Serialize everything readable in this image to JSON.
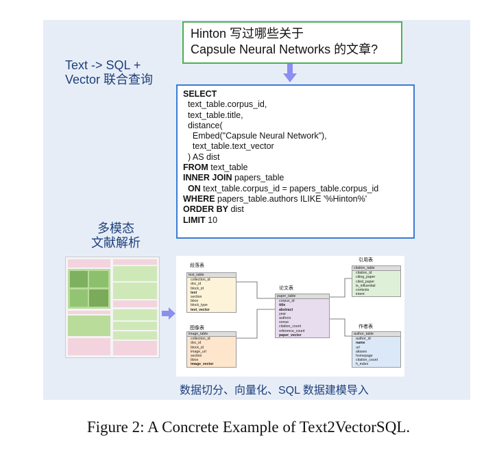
{
  "question": {
    "line1": "Hinton 写过哪些关于",
    "line2": "Capsule Neural Networks 的文章?"
  },
  "left_label_top": {
    "line1": "Text -> SQL +",
    "line2": "Vector 联合查询"
  },
  "left_label_mid": {
    "line1": "多模态",
    "line2": "文献解析"
  },
  "sql": [
    {
      "kw": "SELECT",
      "rest": ""
    },
    {
      "kw": "",
      "rest": "  text_table.corpus_id,"
    },
    {
      "kw": "",
      "rest": "  text_table.title,"
    },
    {
      "kw": "",
      "rest": "  distance("
    },
    {
      "kw": "",
      "rest": "    Embed(\"Capsule Neural Network\"),"
    },
    {
      "kw": "",
      "rest": "    text_table.text_vector"
    },
    {
      "kw": "",
      "rest": "  ) AS dist"
    },
    {
      "kw": "FROM",
      "rest": " text_table"
    },
    {
      "kw": "INNER JOIN",
      "rest": " papers_table"
    },
    {
      "kw": "  ON",
      "rest": " text_table.corpus_id = papers_table.corpus_id"
    },
    {
      "kw": "WHERE",
      "rest": " papers_table.authors ILIKE '%Hinton%'"
    },
    {
      "kw": "ORDER BY",
      "rest": " dist"
    },
    {
      "kw": "LIMIT",
      "rest": " 10"
    }
  ],
  "schema": {
    "text_group": "段落表",
    "image_group": "图像表",
    "paper_group": "论文表",
    "citation_group": "引用表",
    "author_group": "作者表",
    "text_table": {
      "name": "text_table",
      "fields": [
        "collection_id",
        "doc_id",
        "block_id",
        "text",
        "section",
        "bbox",
        "block_type",
        "text_vector"
      ],
      "bold": [
        "text",
        "text_vector"
      ]
    },
    "image_table": {
      "name": "image_table",
      "fields": [
        "collection_id",
        "doc_id",
        "block_id",
        "image_url",
        "section",
        "bbox",
        "image_vector"
      ],
      "bold": [
        "image_vector"
      ]
    },
    "paper_table": {
      "name": "paper_table",
      "fields": [
        "corpus_id",
        "title",
        "abstract",
        "year",
        "authors",
        "venue",
        "citation_count",
        "reference_count",
        "paper_vector"
      ],
      "bold": [
        "title",
        "abstract",
        "paper_vector"
      ]
    },
    "citation_table": {
      "name": "citation_table",
      "fields": [
        "citation_id",
        "citing_paper",
        "cited_paper",
        "is_influential",
        "contexts",
        "intent"
      ],
      "bold": []
    },
    "author_table": {
      "name": "author_table",
      "fields": [
        "author_id",
        "name",
        "url",
        "aliases",
        "homepage",
        "citation_count",
        "h_index"
      ],
      "bold": [
        "name"
      ]
    }
  },
  "bottom_caption": "数据切分、向量化、SQL 数据建模导入",
  "figure_caption": "Figure 2: A Concrete Example of Text2VectorSQL.",
  "colors": {
    "text_table": "#fdf3d8",
    "image_table": "#fde6cc",
    "paper_table": "#e8dcef",
    "citation_table": "#dff0d9",
    "author_table": "#dbe8f7",
    "accent_arrow": "#8a8ff0"
  }
}
